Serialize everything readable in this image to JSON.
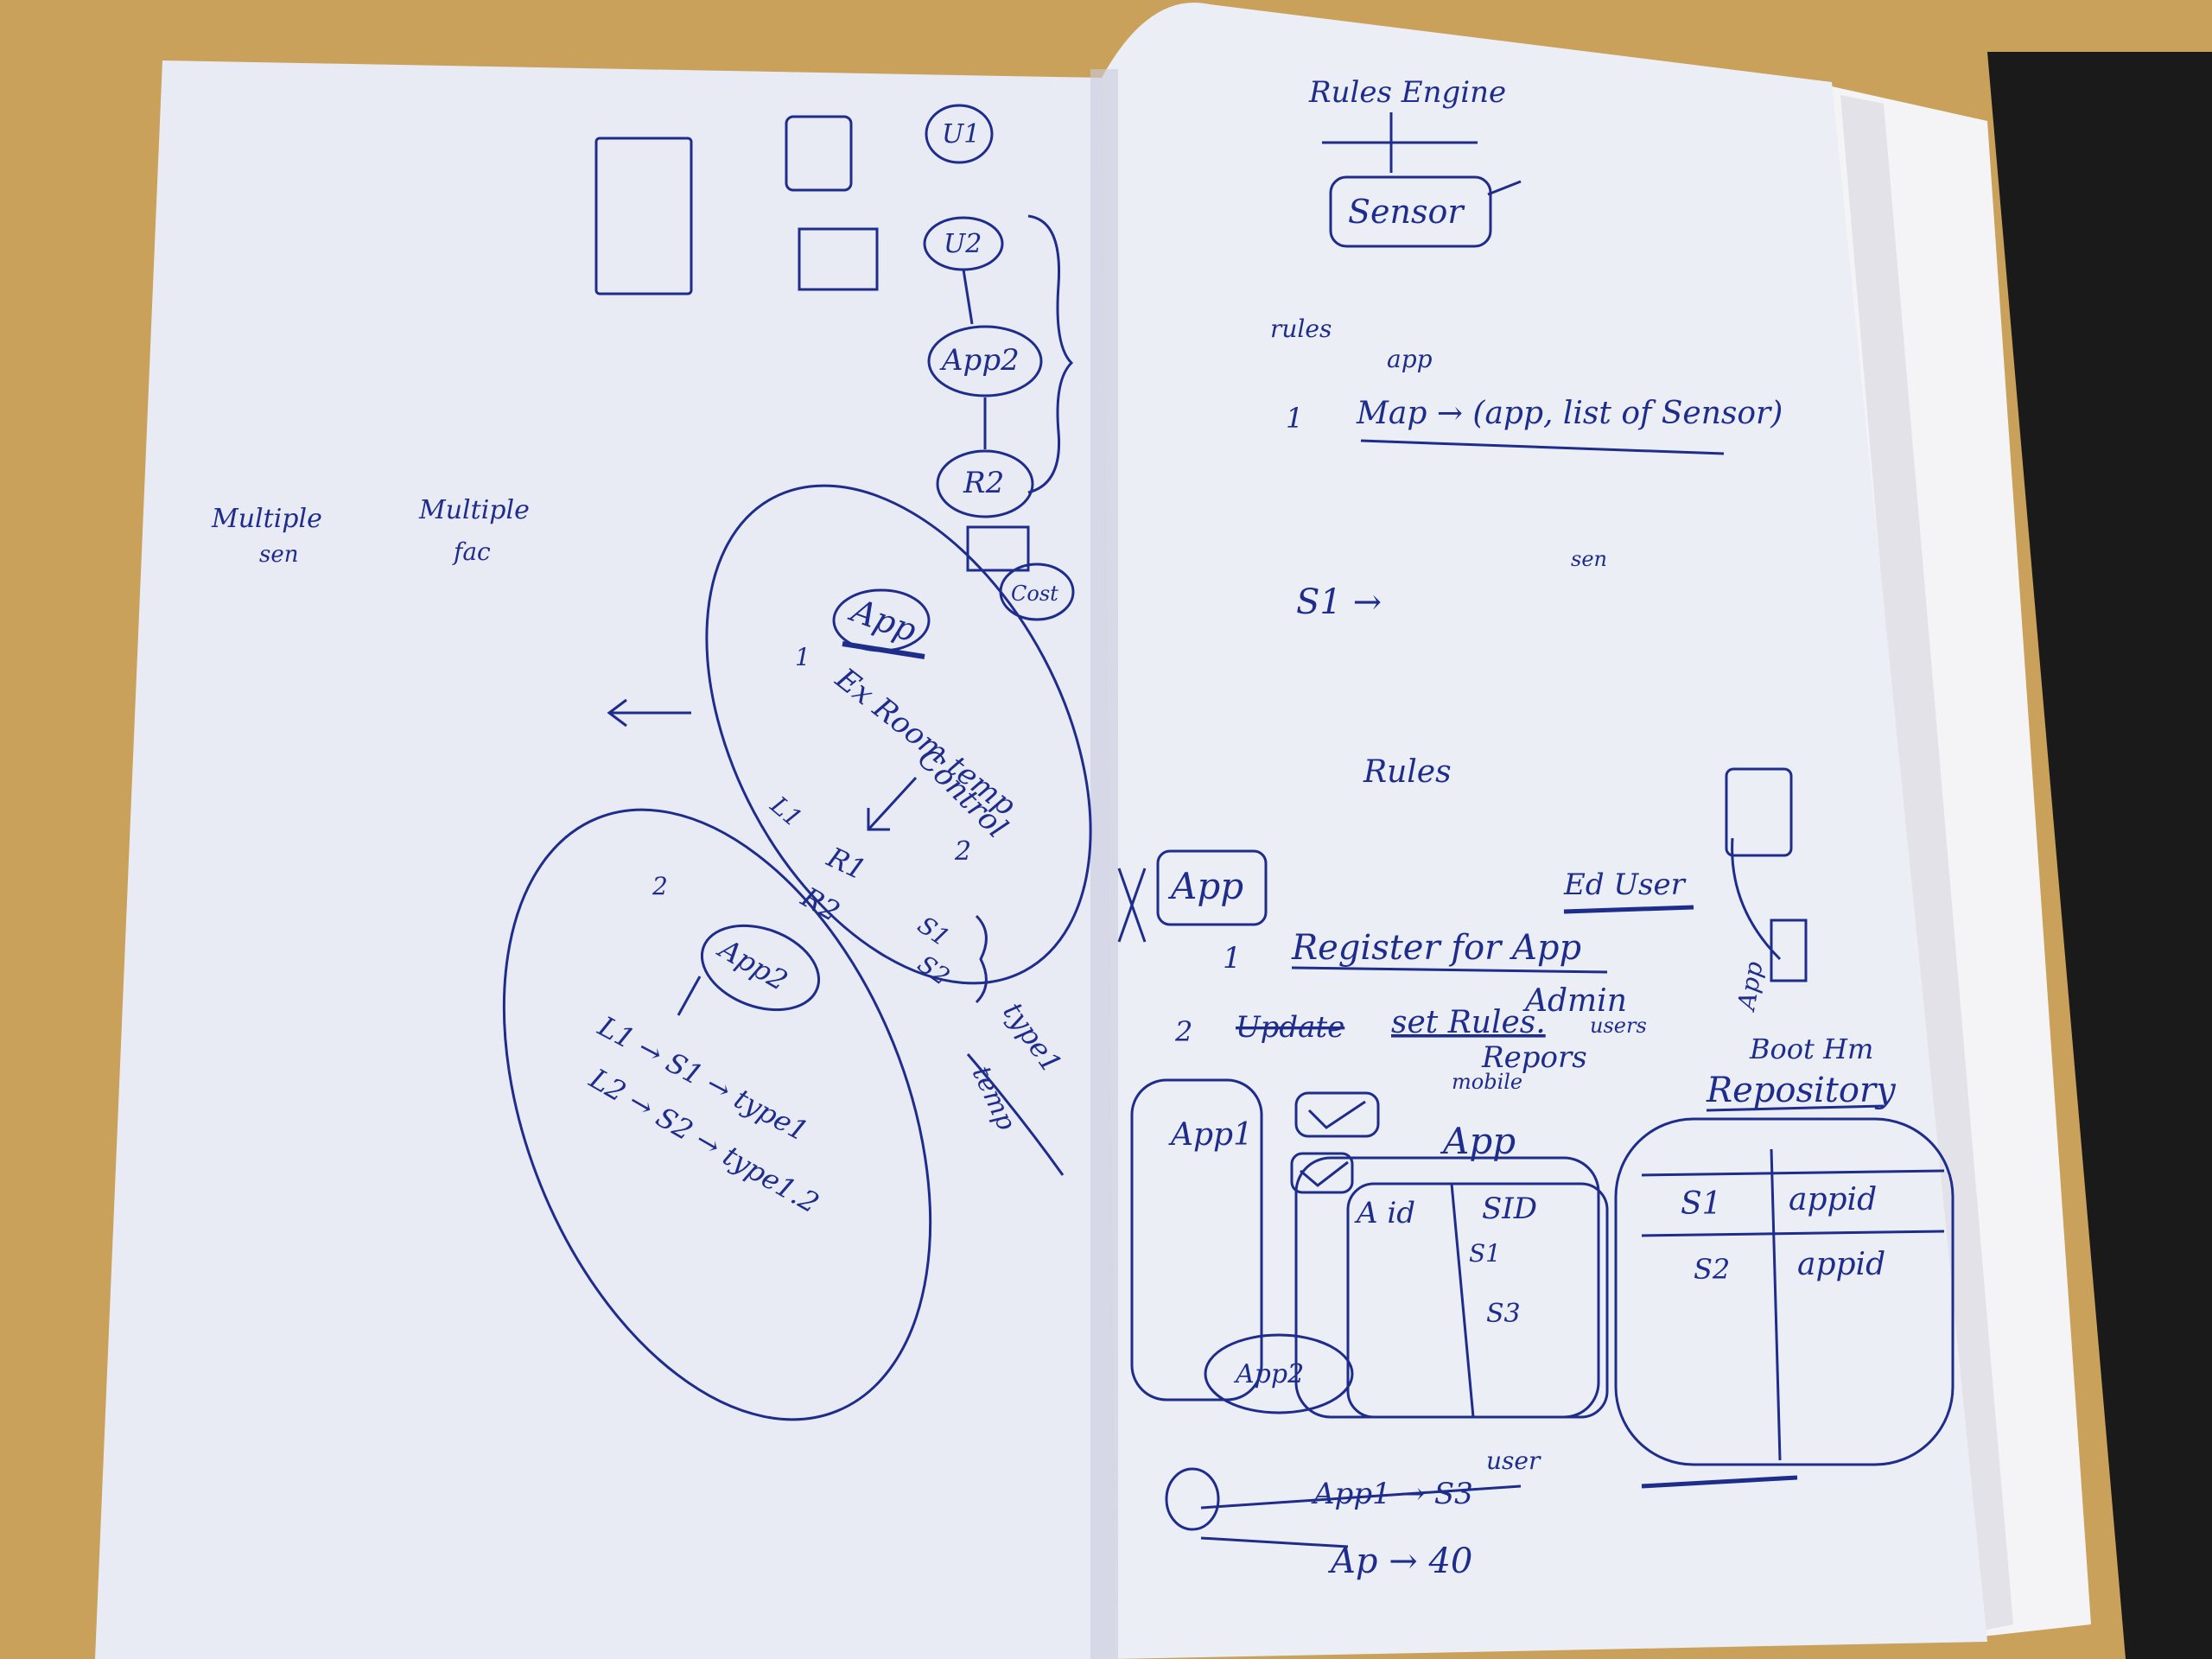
{
  "colors": {
    "desk": "#c9a15a",
    "desk_dark": "#1a1a1a",
    "page_left": "#e9ebf4",
    "page_right": "#eceef6",
    "ink": "#1e2c8c"
  },
  "left_page": {
    "boxes": [
      "U1",
      "U2",
      "App2",
      "R2",
      "Cost"
    ],
    "multiple_a": "Multiple",
    "multiple_a_sub": "sen",
    "multiple_b": "Multiple",
    "multiple_b_sub": "fac",
    "app_title": "App",
    "step1_num": "1",
    "step1_text": "Ex Room temp",
    "step1_text2": "Control",
    "step1_mark": "2",
    "l1": "L1",
    "r1": "R1",
    "s1": "S1",
    "r2": "R2",
    "s2": "S2",
    "type1": "type1",
    "temp": "temp",
    "step2_num": "2",
    "app2": "App2",
    "line_l1": "L1 → S1 → type1",
    "line_l2": "L2 → S2 → type1.2"
  },
  "right_page": {
    "rules_engine": "Rules Engine",
    "sensor": "Sensor",
    "rules_small": "rules",
    "app_small": "app",
    "map_num": "1",
    "map_text": "Map → (app, list of Sensor)",
    "sen": "sen",
    "s1_arrow": "S1 →",
    "rules": "Rules",
    "app_box": "App",
    "end_user": "Ed User",
    "register_num": "1",
    "register_text": "Register for App",
    "set_num": "2",
    "update_struck": "Update",
    "set_rules": "set Rules.",
    "admin": "Admin",
    "users": "users",
    "reports": "Repors",
    "mobile": "mobile",
    "bootstrap": "Boot Hm",
    "repository": "Repository",
    "app1": "App1",
    "app_header": "App",
    "aid": "A id",
    "sid": "SID",
    "s_one": "S1",
    "s_three": "S3",
    "repo_s1": "S1",
    "repo_appid1": "appid",
    "repo_s2": "S2",
    "repo_appid2": "appid",
    "app_vertical": "App",
    "user_word": "user",
    "app1_line": "App1 → S3",
    "ap_line": "Ap → 40",
    "app2_box": "App2"
  }
}
